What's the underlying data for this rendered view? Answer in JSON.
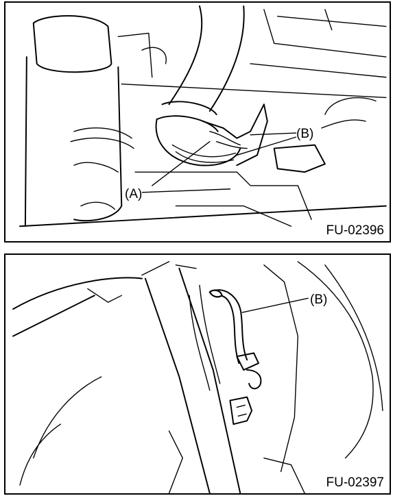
{
  "figures": [
    {
      "id": "FU-02396",
      "callouts": {
        "a": "(A)",
        "b": "(B)"
      }
    },
    {
      "id": "FU-02397",
      "callouts": {
        "b": "(B)"
      }
    }
  ]
}
